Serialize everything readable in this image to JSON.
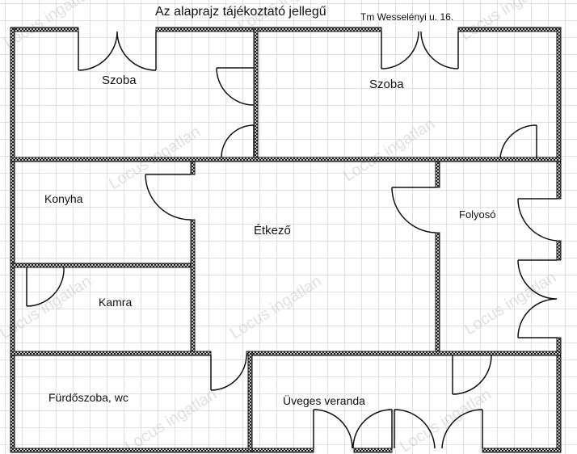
{
  "header": {
    "title": "Az alaprajz tájékoztató jellegű",
    "address": "Tm Wesselényi u. 16."
  },
  "rooms": {
    "szoba_left": "Szoba",
    "szoba_right": "Szoba",
    "konyha": "Konyha",
    "etkezo": "Étkező",
    "folyoso": "Folyosó",
    "kamra": "Kamra",
    "furdoszoba": "Fürdőszoba, wc",
    "veranda": "Üveges veranda"
  },
  "watermark": "Locus ingatlan",
  "colors": {
    "grid": "#c4c4c4",
    "wall": "#111111",
    "watermark": "#c8c8c8"
  }
}
